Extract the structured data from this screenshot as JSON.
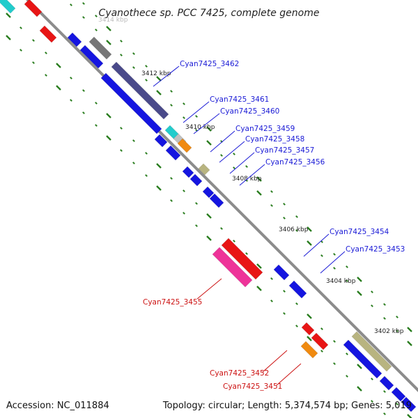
{
  "title": "Cyanothece sp. PCC 7425, complete genome",
  "accession": "Accession: NC_011884",
  "summary": "Topology: circular; Length: 5,374,574 bp; Genes: 5,019",
  "colors": {
    "backbone": "#8c8c8c",
    "tick": "#2a7d1f",
    "label_upper": "#1a1ad6",
    "label_lower": "#cc1111",
    "blue": "#1515e0",
    "red": "#e81515",
    "magenta": "#ee3399",
    "navy": "#4a4a8a",
    "gray": "#777777",
    "cyan": "#22cccc",
    "orange": "#f08a10",
    "khaki": "#b8b480",
    "silver": "#c0c0c0"
  },
  "scale_labels": [
    {
      "text": "3414 kbp",
      "faint": true
    },
    {
      "text": "3412 kbp"
    },
    {
      "text": "3410 kbp"
    },
    {
      "text": "3408 kbp"
    },
    {
      "text": "3406 kbp"
    },
    {
      "text": "3404 kbp"
    },
    {
      "text": "3402 kbp"
    }
  ],
  "gene_labels_upper": [
    "Cyan7425_3462",
    "Cyan7425_3461",
    "Cyan7425_3460",
    "Cyan7425_3459",
    "Cyan7425_3458",
    "Cyan7425_3457",
    "Cyan7425_3456",
    "Cyan7425_3454",
    "Cyan7425_3453"
  ],
  "gene_labels_lower": [
    "Cyan7425_3455",
    "Cyan7425_3452",
    "Cyan7425_3451"
  ]
}
